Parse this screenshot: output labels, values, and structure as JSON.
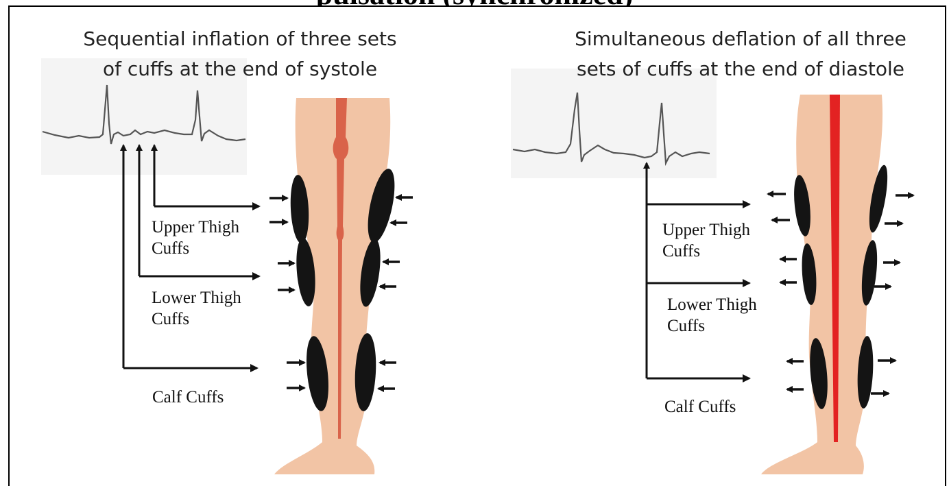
{
  "figure": {
    "top_banner_partial": "pulsation (synchronized)",
    "colors": {
      "skin": "#f2c4a5",
      "cuff": "#141414",
      "artery_left": "#d9634a",
      "artery_right": "#e32222",
      "arrow": "#111111"
    }
  },
  "left_panel": {
    "heading_line1": "Sequential inflation of three sets",
    "heading_line2": "of cuffs at the end of systole",
    "labels": {
      "upper_line1": "Upper Thigh",
      "upper_line2": "Cuffs",
      "lower_line1": "Lower Thigh",
      "lower_line2": "Cuffs",
      "calf": "Calf Cuffs"
    },
    "arrow_direction": "inward"
  },
  "right_panel": {
    "heading_line1": "Simultaneous deflation of all three",
    "heading_line2": "sets of cuffs at the end of diastole",
    "labels": {
      "upper_line1": "Upper Thigh",
      "upper_line2": "Cuffs",
      "lower_line1": "Lower Thigh",
      "lower_line2": "Cuffs",
      "calf": "Calf Cuffs"
    },
    "arrow_direction": "outward"
  }
}
